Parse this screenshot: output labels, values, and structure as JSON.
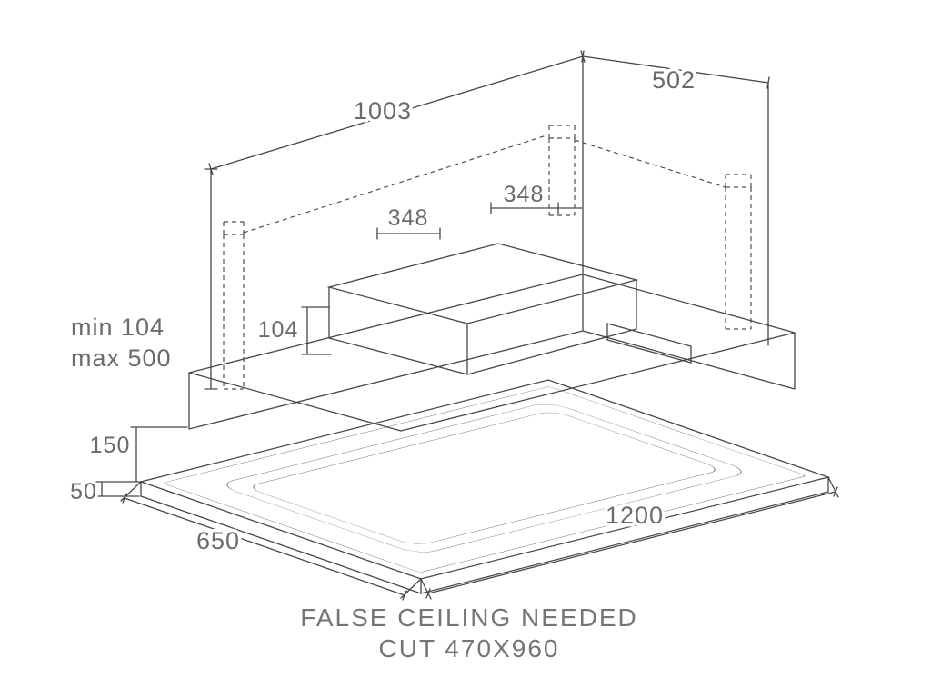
{
  "colors": {
    "background": "#ffffff",
    "line": "#474747",
    "dashed_line": "#4f4f4f",
    "text": "#6b6b6b"
  },
  "diagram": {
    "kind": "ceiling-hood installation dimension drawing",
    "dimension_labels": {
      "housing_length": "1003",
      "housing_depth": "502",
      "bracket_back": "348",
      "bracket_left": "348",
      "height_min": "min 104",
      "height_max": "max 500",
      "spacer_height": "104",
      "flange_height": "150",
      "panel_thickness": "50",
      "panel_length": "1200",
      "panel_width": "650"
    },
    "caption": {
      "line1": "FALSE CEILING NEEDED",
      "line2": "CUT 470X960"
    }
  }
}
